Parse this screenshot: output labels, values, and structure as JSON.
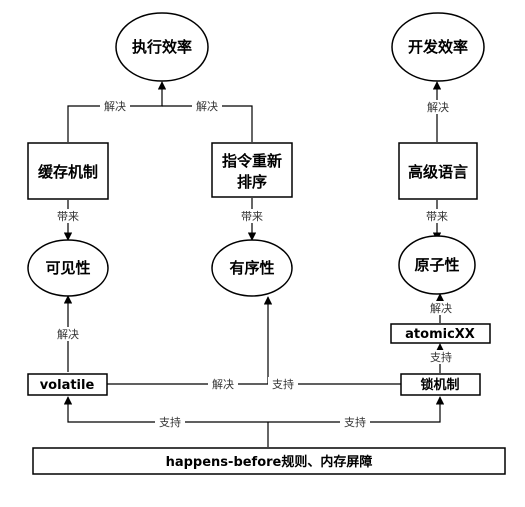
{
  "nodes": {
    "exec_efficiency": "执行效率",
    "dev_efficiency": "开发效率",
    "cache": "缓存机制",
    "reorder_line1": "指令重新",
    "reorder_line2": "排序",
    "high_level_lang": "高级语言",
    "visibility": "可见性",
    "ordering": "有序性",
    "atomicity": "原子性",
    "atomicxx": "atomicXX",
    "volatile": "volatile",
    "lock": "锁机制",
    "happens_before": "happens-before规则、内存屏障"
  },
  "edge_labels": {
    "cache_to_exec": "解决",
    "reorder_to_exec": "解决",
    "lang_to_dev": "解决",
    "cache_to_visibility": "带来",
    "reorder_to_ordering": "带来",
    "lang_to_atomicity": "带来",
    "volatile_to_visibility": "解决",
    "atomicxx_to_atomicity": "解决",
    "lock_to_atomicxx": "支持",
    "volatile_to_ordering": "解决",
    "lock_to_ordering": "支持",
    "hb_to_volatile": "支持",
    "hb_to_lock": "支持"
  }
}
